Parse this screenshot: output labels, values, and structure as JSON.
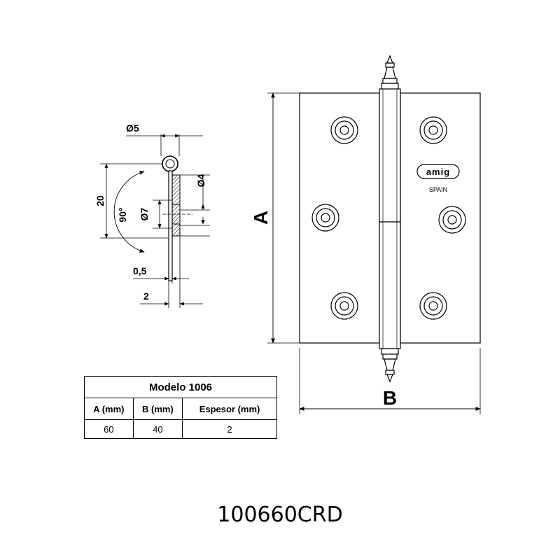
{
  "section": {
    "dim_diameter_5": "Ø5",
    "dim_diameter_4": "Ø4",
    "dim_diameter_7": "Ø7",
    "dim_20": "20",
    "dim_angle": "90°",
    "dim_05": "0,5",
    "dim_2": "2"
  },
  "front": {
    "dim_a": "A",
    "dim_b": "B",
    "logo_text": "amig",
    "logo_subtitle": "SPAIN"
  },
  "table": {
    "title": "Modelo 1006",
    "headers": [
      "A (mm)",
      "B (mm)",
      "Espesor (mm)"
    ],
    "values": [
      "60",
      "40",
      "2"
    ]
  },
  "product_code": "100660CRD"
}
